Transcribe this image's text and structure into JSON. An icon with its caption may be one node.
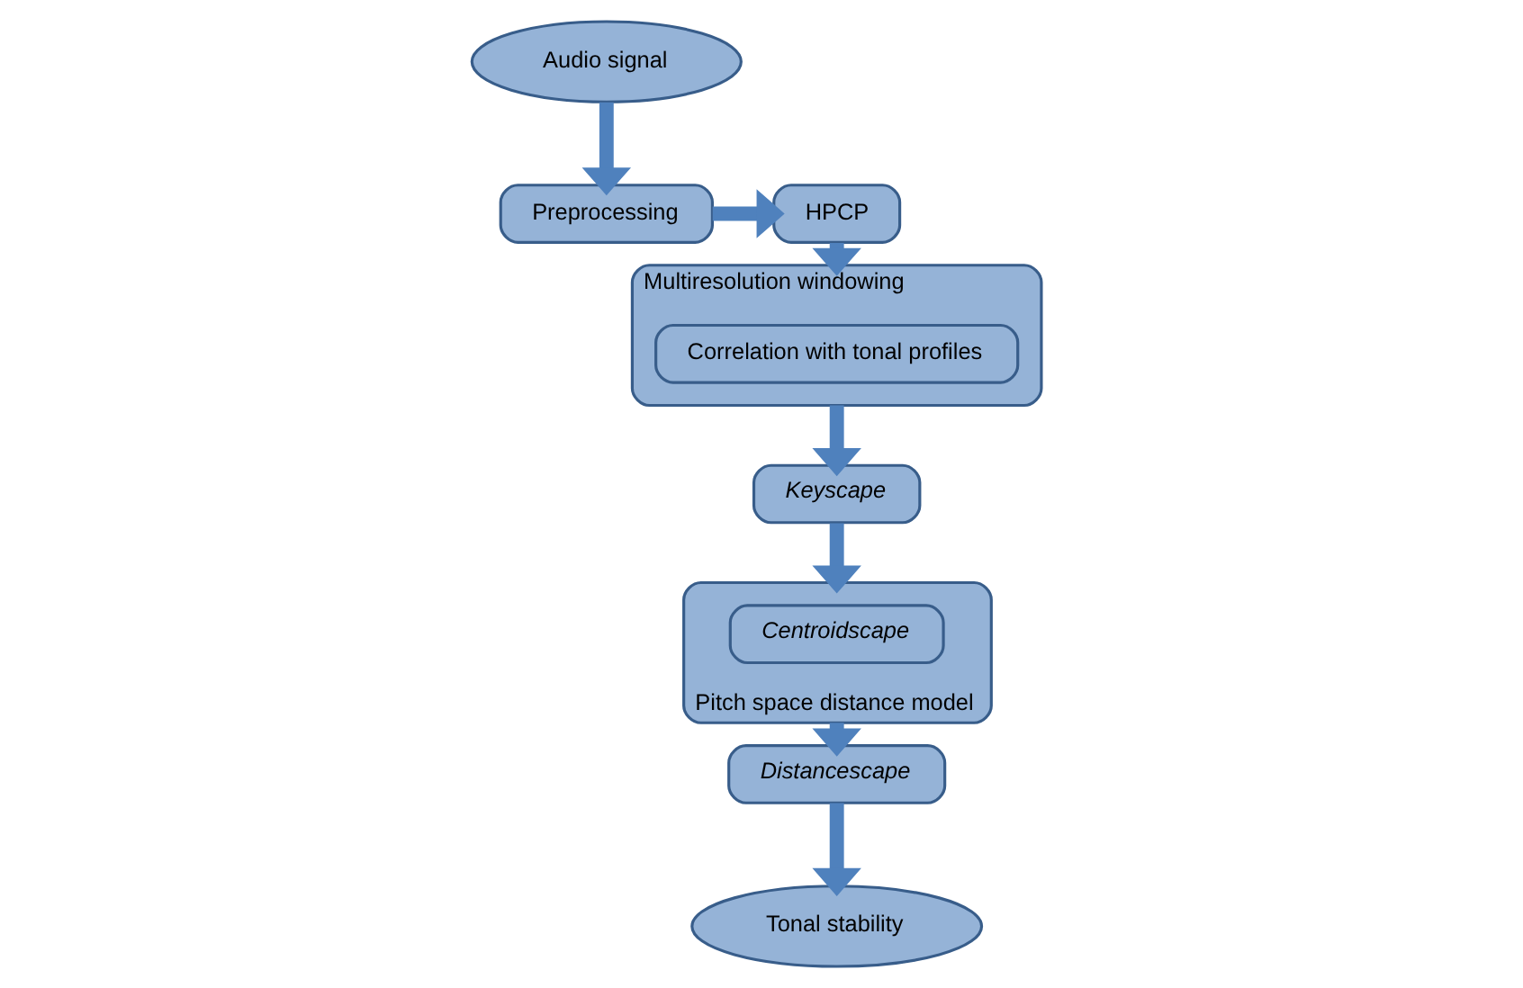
{
  "diagram": {
    "nodes": [
      {
        "text": [
          "Preprocessing"
        ]
      },
      {
        "text": [
          "HPCP"
        ]
      },
      {
        "text": [
          "Audio signal"
        ]
      },
      {
        "text": [
          "Multiresolution windowing"
        ]
      },
      {
        "text": [
          "Correlation with tonal profiles"
        ],
        "in": 3
      },
      {
        "text": [
          "Keyscape"
        ]
      },
      {
        "text": [
          "Pitch space distance model"
        ]
      },
      {
        "text": [
          "Centroidscape"
        ],
        "in": 6
      },
      {
        "text": [
          "Distancescape"
        ]
      },
      {
        "text": [
          "Tonal stability"
        ]
      }
    ],
    "edges": [
      {
        "from": 2,
        "to": 0,
        "arrow": "to"
      },
      {
        "from": 0,
        "to": 1,
        "arrow": "to"
      },
      {
        "from": 1,
        "to": 3,
        "arrow": "to"
      },
      {
        "from": 3,
        "to": 5,
        "arrow": "to"
      },
      {
        "from": 5,
        "to": 6,
        "arrow": "to"
      },
      {
        "from": 6,
        "to": 8,
        "arrow": "to"
      },
      {
        "from": 8,
        "to": 9,
        "arrow": "to"
      }
    ]
  }
}
